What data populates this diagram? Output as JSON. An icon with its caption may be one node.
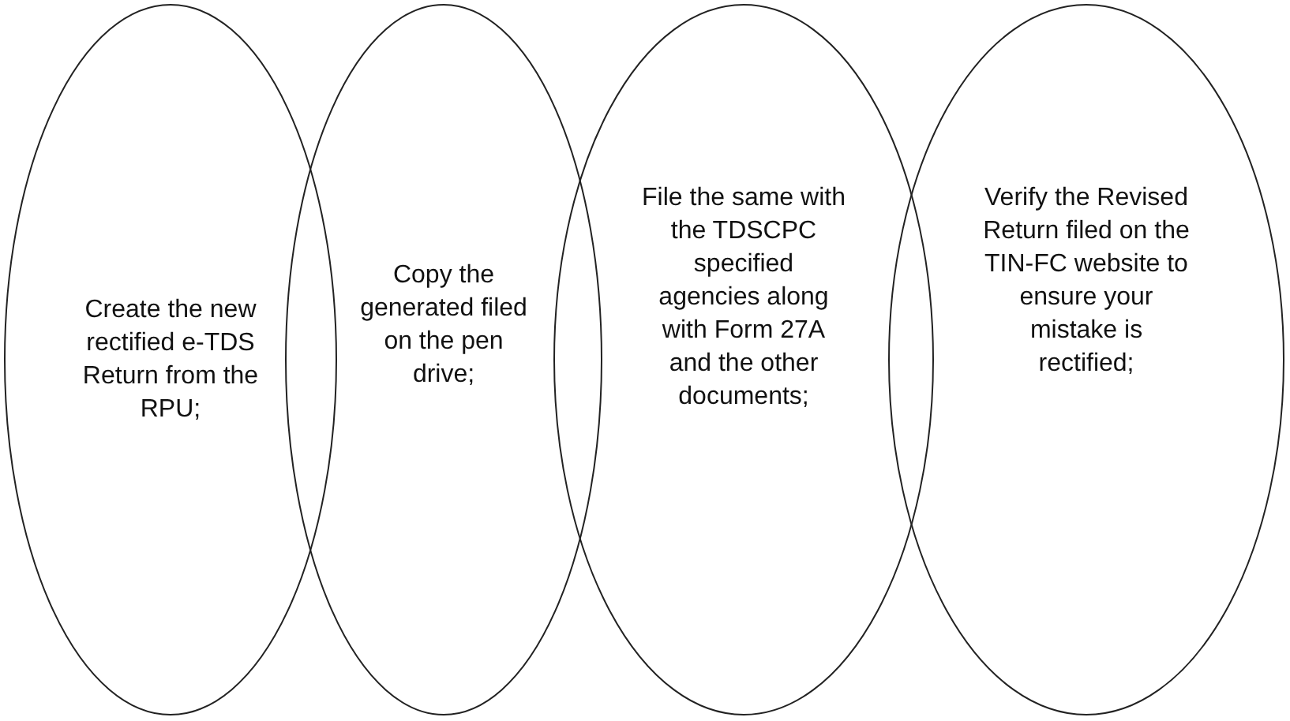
{
  "diagram": {
    "nodes": [
      {
        "text": [
          "Create the new rectified e-TDS Return from the RPU;"
        ]
      },
      {
        "text": [
          "Copy the generated filed on the pen drive;"
        ]
      },
      {
        "text": [
          "File the same with the TDSCPC specified agencies along with Form 27A and the other documents;"
        ]
      },
      {
        "text": [
          "Verify the Revised Return filed on the TIN-FC website to ensure your mistake is rectified;"
        ]
      }
    ]
  }
}
